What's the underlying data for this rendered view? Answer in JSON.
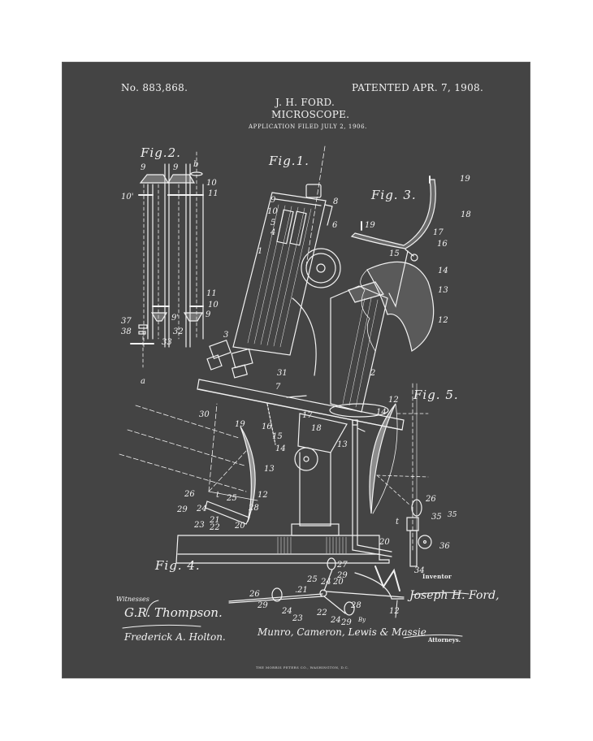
{
  "patent": {
    "number": "No. 883,868.",
    "patented": "PATENTED APR. 7, 1908.",
    "inventor_header": "J. H. FORD.",
    "title": "MICROSCOPE.",
    "application": "APPLICATION FILED JULY 2, 1906."
  },
  "figures": {
    "fig1": "Fig.1.",
    "fig2": "Fig.2.",
    "fig3": "Fig. 3.",
    "fig4": "Fig. 4.",
    "fig5": "Fig. 5."
  },
  "signatures": {
    "witnesses_label": "Witnesses",
    "witness_1": "G.R. Thompson.",
    "witness_2": "Frederick A. Holton.",
    "inventor_label": "Inventor",
    "inventor": "Joseph H. Ford,",
    "attorneys_by": "By",
    "attorneys": "Munro, Cameron, Lewis & Massie",
    "attorneys_label": "Attorneys."
  },
  "footer": {
    "printer": "THE MORRIS PETERS CO., WASHINGTON, D.C."
  },
  "colors": {
    "panel": "#444444",
    "ink": "#f2f2f2",
    "page": "#ffffff"
  },
  "reference_numerals": {
    "fig1": [
      "1",
      "2",
      "3",
      "4",
      "5",
      "6",
      "7",
      "8",
      "9",
      "10",
      "12",
      "13",
      "14",
      "15",
      "16",
      "17",
      "18",
      "19",
      "20",
      "21",
      "22",
      "23",
      "24",
      "25",
      "26",
      "28",
      "29",
      "30",
      "31"
    ],
    "fig2": [
      "9",
      "b",
      "10",
      "10'",
      "11",
      "11",
      "10",
      "9",
      "9'",
      "37",
      "38",
      "32",
      "33",
      "a"
    ],
    "fig3": [
      "19",
      "19",
      "18",
      "17",
      "16",
      "15",
      "14",
      "13",
      "12"
    ],
    "fig4": [
      "27",
      "29",
      "25",
      "24",
      "20",
      "26",
      "21",
      "29",
      "24",
      "23",
      "22",
      "28",
      "24",
      "29",
      "12"
    ],
    "fig5": [
      "12",
      "14",
      "13",
      "26",
      "t",
      "35",
      "20",
      "36",
      "34"
    ]
  }
}
